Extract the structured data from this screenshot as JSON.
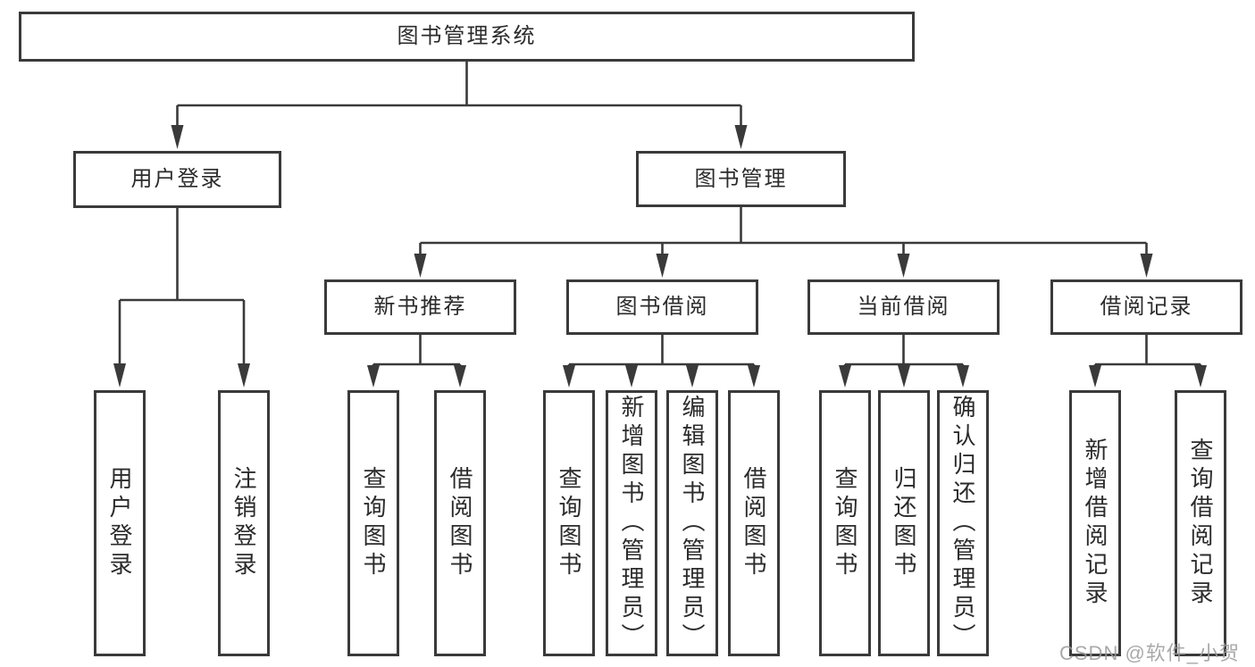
{
  "colors": {
    "line": "#3a3a3a",
    "box_border": "#3a3a3a",
    "box_fill": "#ffffff",
    "text": "#2b2b2b",
    "watermark": "#9b9b9b"
  },
  "tree": {
    "label": "图书管理系统",
    "children": [
      {
        "label": "用户登录",
        "children": [
          {
            "label": "用户登录"
          },
          {
            "label": "注销登录"
          }
        ]
      },
      {
        "label": "图书管理",
        "children": [
          {
            "label": "新书推荐",
            "children": [
              {
                "label": "查询图书"
              },
              {
                "label": "借阅图书"
              }
            ]
          },
          {
            "label": "图书借阅",
            "children": [
              {
                "label": "查询图书"
              },
              {
                "label": "新增图书（管理员）"
              },
              {
                "label": "编辑图书（管理员）"
              },
              {
                "label": "借阅图书"
              }
            ]
          },
          {
            "label": "当前借阅",
            "children": [
              {
                "label": "查询图书"
              },
              {
                "label": "归还图书"
              },
              {
                "label": "确认归还（管理员）"
              }
            ]
          },
          {
            "label": "借阅记录",
            "children": [
              {
                "label": "新增借阅记录"
              },
              {
                "label": "查询借阅记录"
              }
            ]
          }
        ]
      }
    ]
  },
  "watermark": {
    "text": "CSDN @软件_小贺同学"
  }
}
